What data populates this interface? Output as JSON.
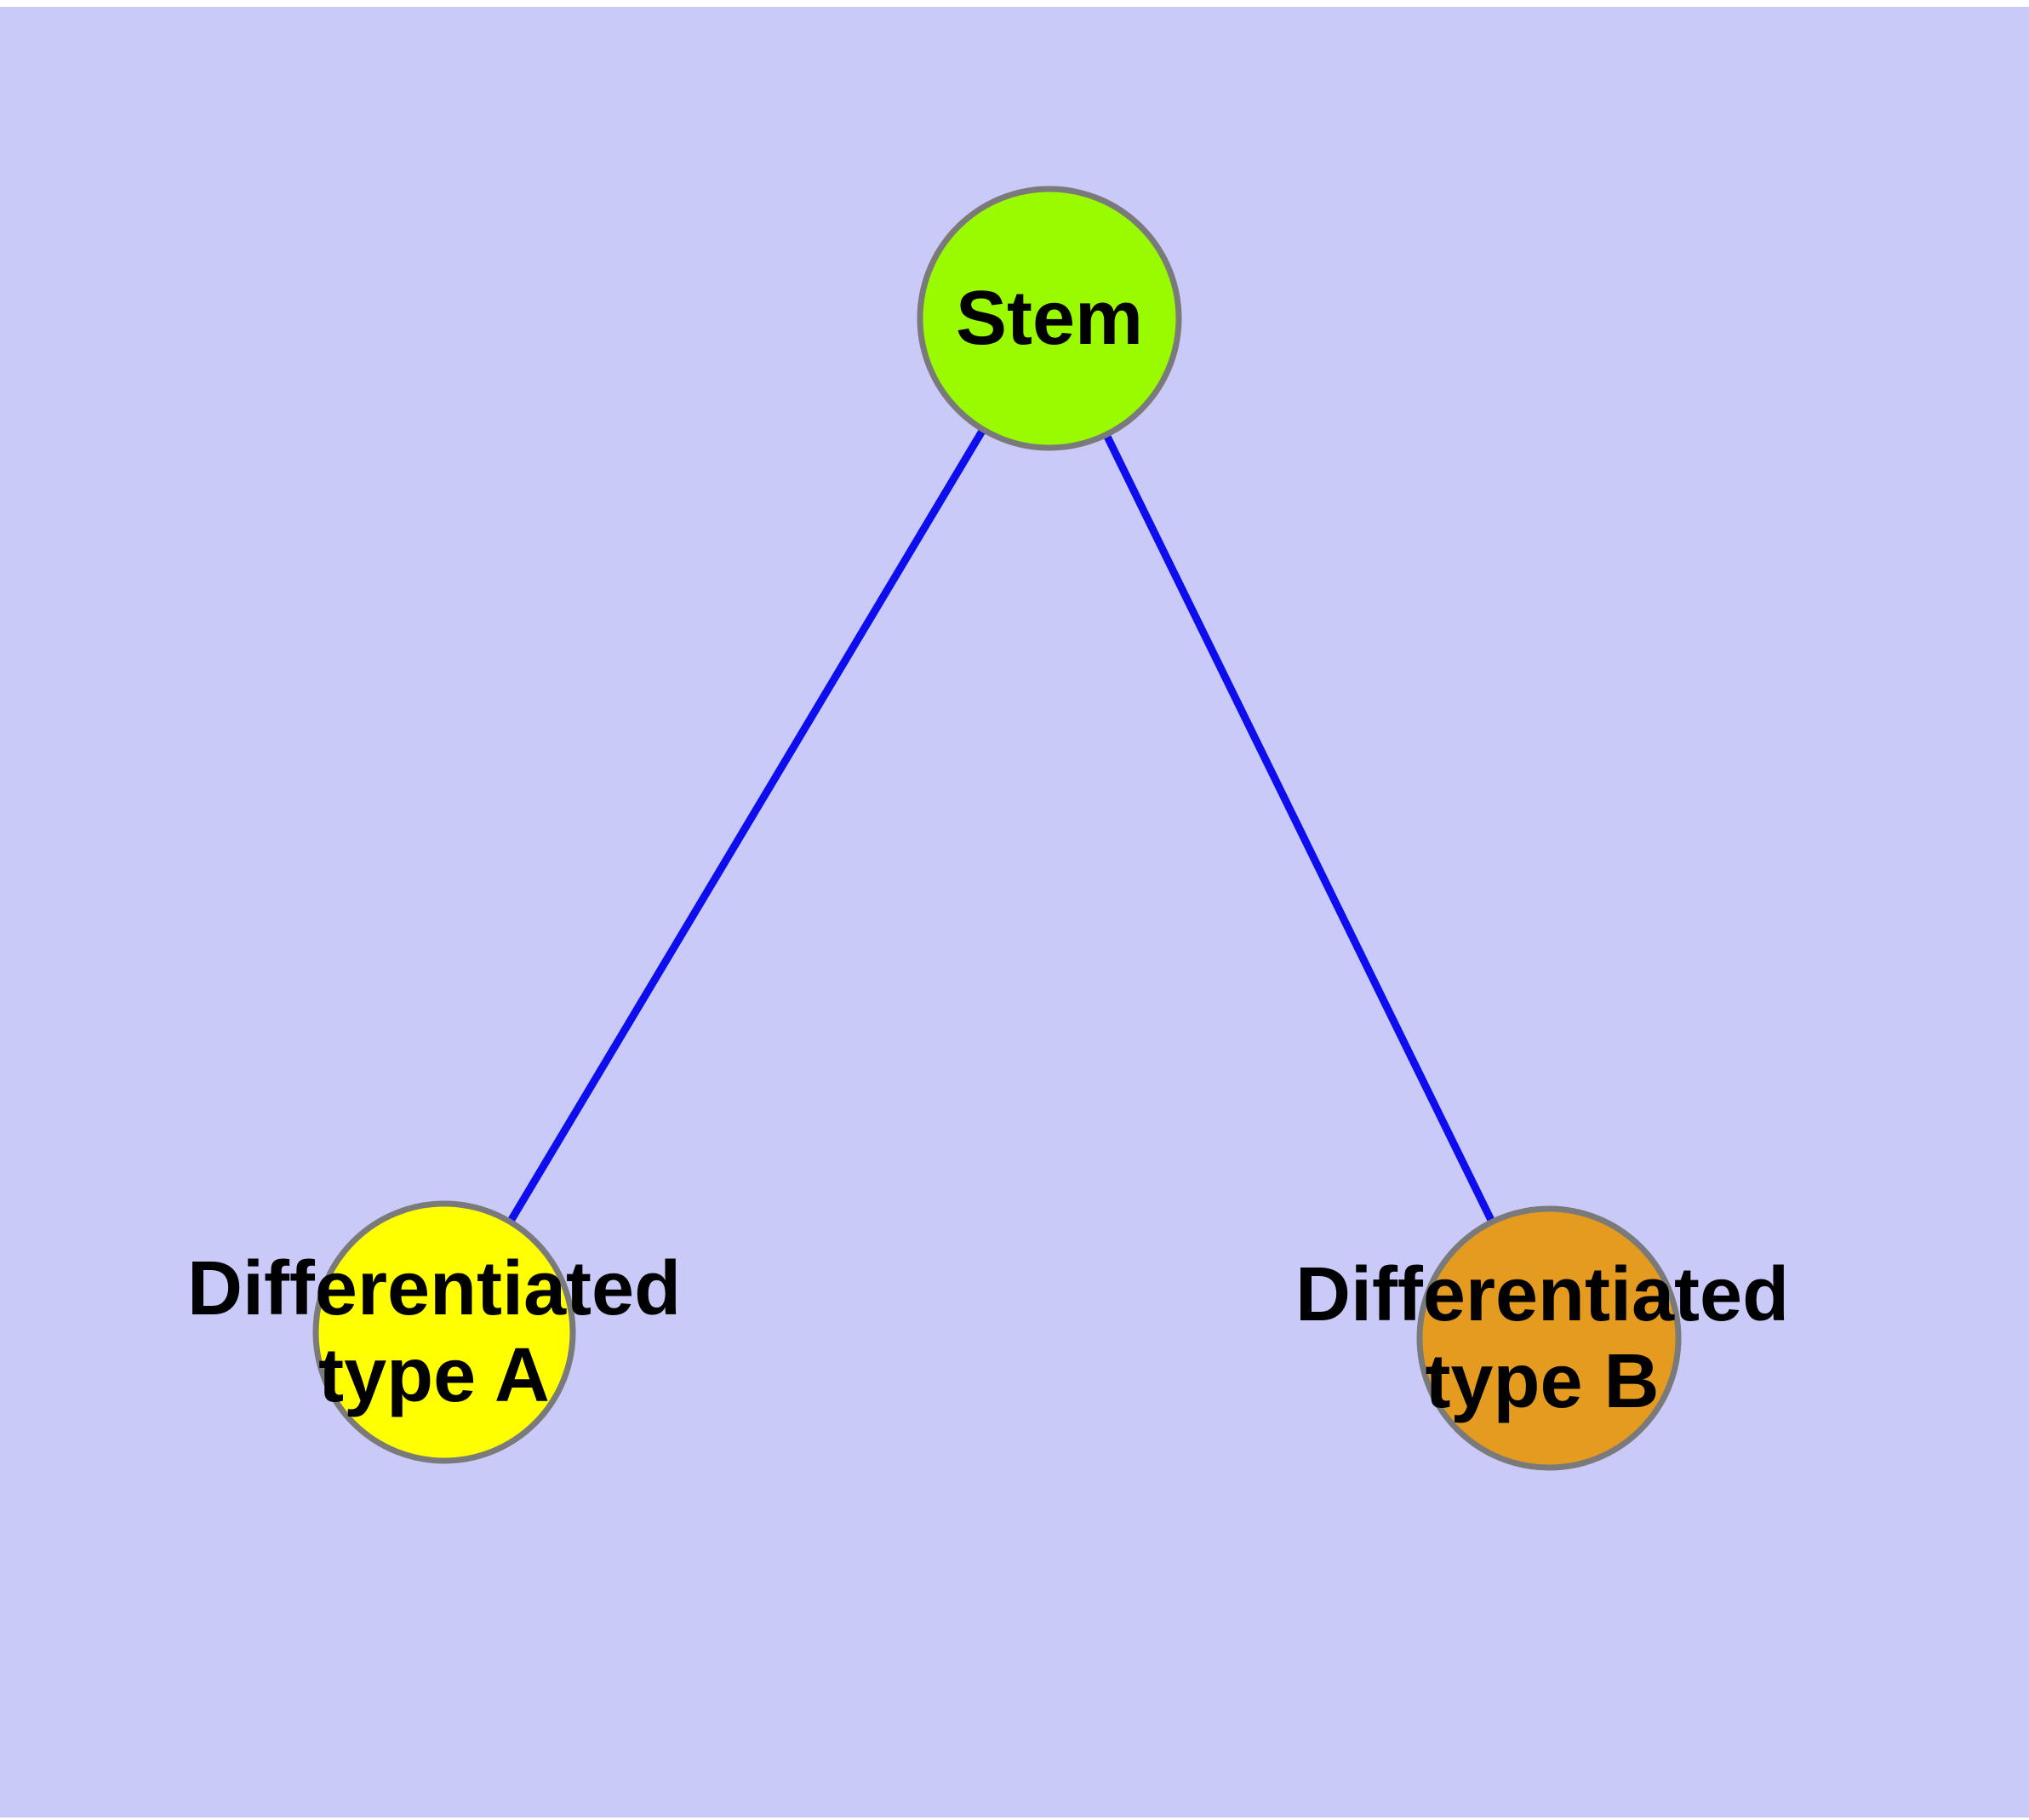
{
  "diagram": {
    "type": "graph",
    "page_background": "#FFFFFF",
    "background_color": "#CACAF8",
    "edge_color": "#0D0DEE",
    "node_border_color": "#7A7A7A",
    "label_color": "#000000",
    "nodes": [
      {
        "id": "stem",
        "label": "Stem",
        "fill": "#9AFA00"
      },
      {
        "id": "differentiated-type-a",
        "label": "Differentiated\ntype A",
        "fill": "#FFFF00"
      },
      {
        "id": "differentiated-type-b",
        "label": "Differentiated\ntype B",
        "fill": "#E49B20"
      }
    ],
    "edges": [
      {
        "from": "stem",
        "to": "differentiated-type-a"
      },
      {
        "from": "stem",
        "to": "differentiated-type-b"
      }
    ]
  }
}
